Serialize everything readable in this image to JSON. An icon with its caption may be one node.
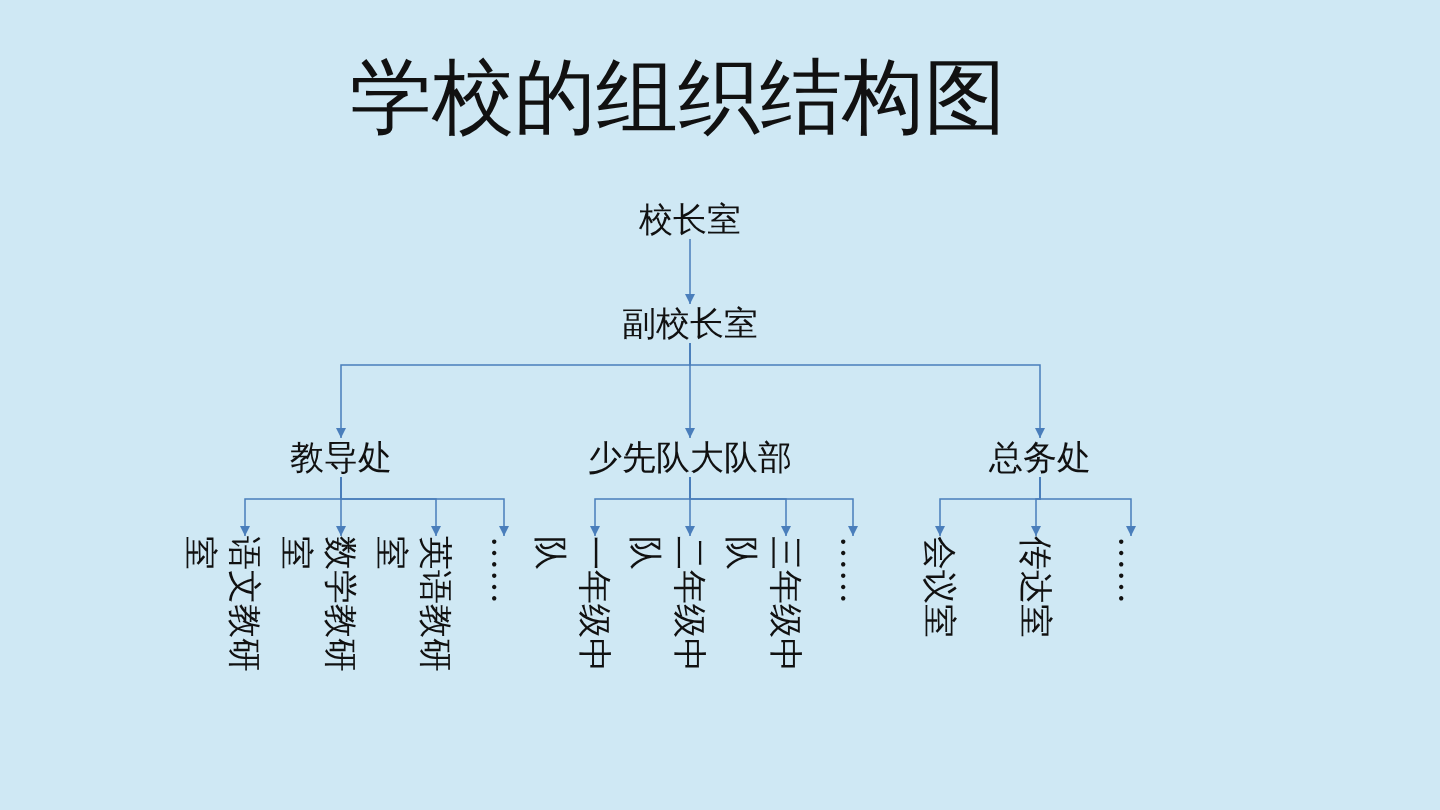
{
  "diagram": {
    "title": "学校的组织结构图",
    "nodes": [
      {
        "text": [
          "校长室"
        ]
      },
      {
        "text": [
          "副校长室"
        ]
      },
      {
        "text": [
          "教导处"
        ]
      },
      {
        "text": [
          "少先队大队部"
        ]
      },
      {
        "text": [
          "总务处"
        ]
      },
      {
        "text": [
          "语文教研室"
        ]
      },
      {
        "text": [
          "数学教研室"
        ]
      },
      {
        "text": [
          "英语教研室"
        ]
      },
      {
        "text": [
          "……"
        ]
      },
      {
        "text": [
          "一年级中队"
        ]
      },
      {
        "text": [
          "二年级中队"
        ]
      },
      {
        "text": [
          "三年级中队"
        ]
      },
      {
        "text": [
          "……"
        ]
      },
      {
        "text": [
          "会议室"
        ]
      },
      {
        "text": [
          "传达室"
        ]
      },
      {
        "text": [
          "……"
        ]
      }
    ],
    "edges": [
      {
        "from": 0,
        "to": 1,
        "arrow": "to"
      },
      {
        "from": 1,
        "to": 2,
        "arrow": "to"
      },
      {
        "from": 1,
        "to": 3,
        "arrow": "to"
      },
      {
        "from": 1,
        "to": 4,
        "arrow": "to"
      },
      {
        "from": 2,
        "to": 5,
        "arrow": "to"
      },
      {
        "from": 2,
        "to": 6,
        "arrow": "to"
      },
      {
        "from": 2,
        "to": 7,
        "arrow": "to"
      },
      {
        "from": 2,
        "to": 8,
        "arrow": "to"
      },
      {
        "from": 3,
        "to": 9,
        "arrow": "to"
      },
      {
        "from": 3,
        "to": 10,
        "arrow": "to"
      },
      {
        "from": 3,
        "to": 11,
        "arrow": "to"
      },
      {
        "from": 3,
        "to": 12,
        "arrow": "to"
      },
      {
        "from": 4,
        "to": 13,
        "arrow": "to"
      },
      {
        "from": 4,
        "to": 14,
        "arrow": "to"
      },
      {
        "from": 4,
        "to": 15,
        "arrow": "to"
      }
    ]
  }
}
